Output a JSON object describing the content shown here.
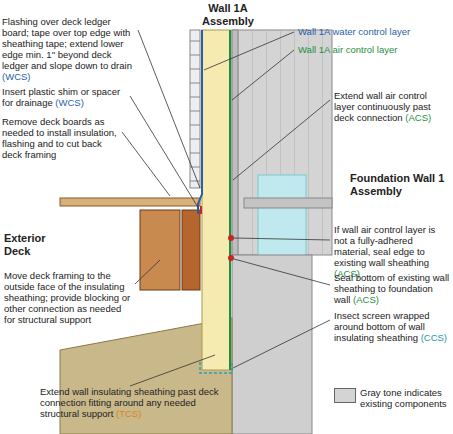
{
  "diagram": {
    "labels": [
      "Wall 1A Assembly",
      "Wall 1A water control layer",
      "Wall 1A air control layer",
      "Flashing over deck ledger board; tape over top edge with sheathing tape; extend lower edge min. 1\" beyond deck ledger and slope down to drain (WCS)",
      "Insert plastic shim or spacer for drainage (WCS)",
      "Remove deck boards as needed to install insulation, flashing and to cut back deck framing",
      "Exterior Deck",
      "Move deck framing to the outside face of the insulating sheathing; provide blocking or other connection as needed for structural support",
      "Extend wall insulating sheathing past deck connection fitting around any needed structural support (TCS)",
      "Extend wall air control layer continuously past deck connection (ACS)",
      "Foundation Wall 1 Assembly",
      "If wall air control layer is not a fully-adhered material, seal edge to existing wall sheathing (ACS)",
      "Seal bottom of existing wall sheathing to foundation wall (ACS)",
      "Insect screen wrapped around bottom of wall insulating sheathing (CCS)"
    ],
    "legend": [
      {
        "text": "Gray tone indicates existing components",
        "color": "#d4d4d4"
      }
    ]
  }
}
